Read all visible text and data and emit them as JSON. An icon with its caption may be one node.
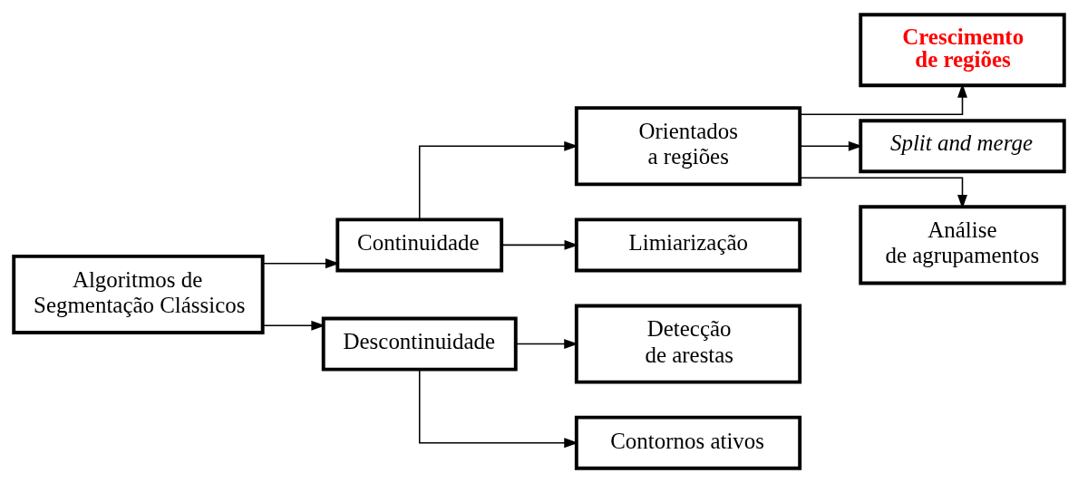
{
  "diagram": {
    "nodes": [
      {
        "text": [
          "Algoritmos de Segmentação Clássicos"
        ]
      },
      {
        "text": [
          "Continuidade"
        ]
      },
      {
        "text": [
          "Descontinuidade"
        ]
      },
      {
        "text": [
          "Orientados a regiões"
        ]
      },
      {
        "text": [
          "Limiarização"
        ]
      },
      {
        "text": [
          "Crescimento de regiões"
        ]
      },
      {
        "text": [
          "Split and merge"
        ]
      },
      {
        "text": [
          "Análise de agrupamentos"
        ]
      },
      {
        "text": [
          "Detecção de arestas"
        ]
      },
      {
        "text": [
          "Contornos ativos"
        ]
      }
    ],
    "edges": [
      {
        "from": 0,
        "to": 1,
        "arrow": "to"
      },
      {
        "from": 0,
        "to": 2,
        "arrow": "to"
      },
      {
        "from": 1,
        "to": 3,
        "arrow": "to"
      },
      {
        "from": 1,
        "to": 4,
        "arrow": "to"
      },
      {
        "from": 3,
        "to": 5,
        "arrow": "to"
      },
      {
        "from": 3,
        "to": 6,
        "arrow": "to"
      },
      {
        "from": 3,
        "to": 7,
        "arrow": "to"
      },
      {
        "from": 2,
        "to": 8,
        "arrow": "to"
      },
      {
        "from": 2,
        "to": 9,
        "arrow": "to"
      }
    ]
  }
}
